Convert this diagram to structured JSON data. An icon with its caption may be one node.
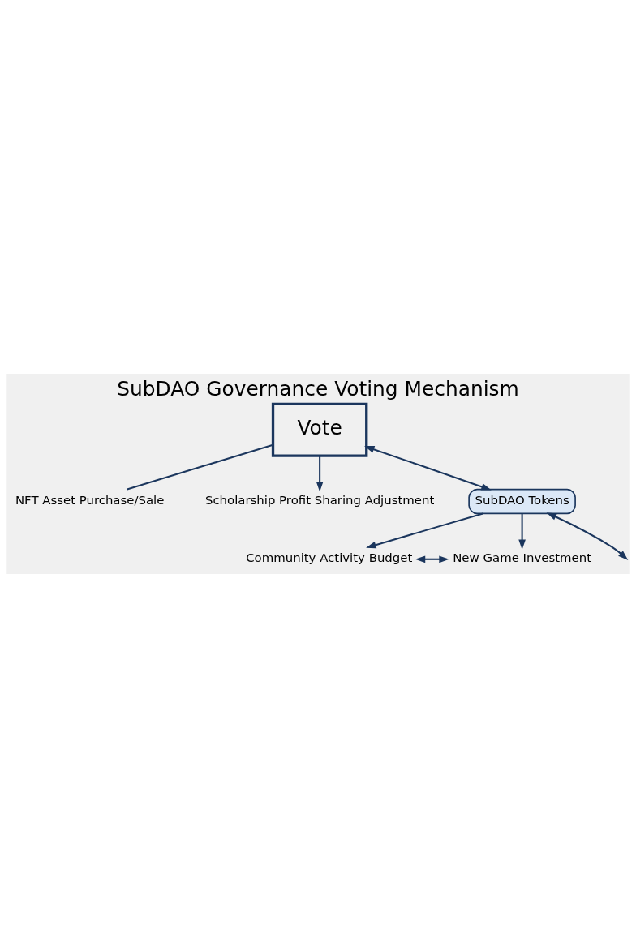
{
  "diagram": {
    "title": "SubDAO Governance Voting Mechanism",
    "nodes": [
      {
        "text": [
          "Vote"
        ]
      },
      {
        "text": [
          "NFT Asset Purchase/Sale"
        ]
      },
      {
        "text": [
          "Scholarship Profit Sharing Adjustment"
        ]
      },
      {
        "text": [
          "SubDAO Tokens"
        ]
      },
      {
        "text": [
          "Community Activity Budget"
        ]
      },
      {
        "text": [
          "New Game Investment"
        ]
      }
    ],
    "edges": [
      {
        "from": 0,
        "to": 1,
        "arrow": "none"
      },
      {
        "from": 0,
        "to": 2,
        "arrow": "to"
      },
      {
        "from": 0,
        "to": 3,
        "arrow": "both"
      },
      {
        "from": 3,
        "to": 4,
        "arrow": "to"
      },
      {
        "from": 3,
        "to": 5,
        "arrow": "to"
      },
      {
        "from": 3,
        "to": null,
        "arrow": "both"
      },
      {
        "from": 4,
        "to": 5,
        "arrow": "both"
      }
    ]
  }
}
